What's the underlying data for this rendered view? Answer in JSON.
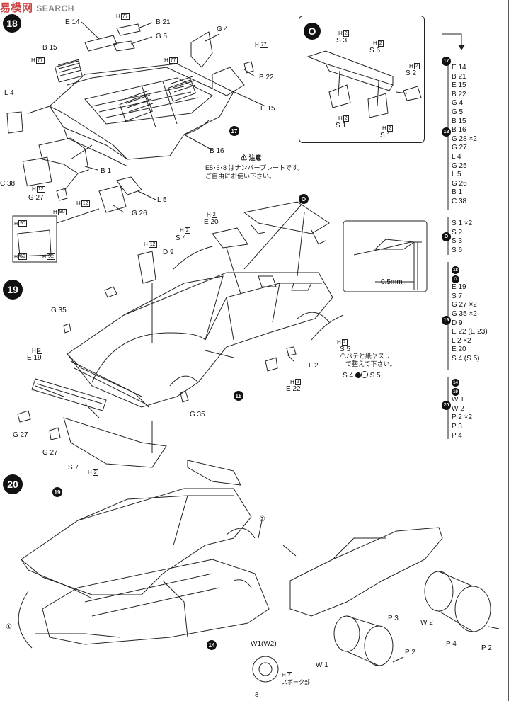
{
  "watermark": {
    "brand": "易模网",
    "sub": "SEARCH"
  },
  "steps": {
    "s18": "18",
    "s19": "19",
    "s20": "20",
    "o": "O"
  },
  "step18_labels": {
    "e14": "E 14",
    "b21": "B 21",
    "g5": "G 5",
    "g4": "G 4",
    "b15": "B 15",
    "h77a": "H",
    "h77b": "H",
    "h77c": "H",
    "h77d": "H",
    "b22": "B 22",
    "l4": "L 4",
    "e15": "E 15",
    "b16": "B 16",
    "b1": "B 1",
    "c38": "C 38",
    "h12a": "H",
    "g27": "G 27",
    "h90": "H",
    "h12b": "H",
    "l5": "L 5",
    "g26": "G 26",
    "inset_h90": "H",
    "inset_h60": "H",
    "inset_h92": "H",
    "badge77": "77",
    "badge12": "12",
    "badge90": "90",
    "badge60": "60",
    "badge92": "92"
  },
  "caution": {
    "title": "注意",
    "line1": "E5･6･8 はナンバープレートです。",
    "line2": "ご自由にお使い下さい。"
  },
  "stepO_labels": {
    "s3": "S 3",
    "s6": "S 6",
    "s2": "S 2",
    "s1a": "S 1",
    "s1b": "S 1",
    "h": "H",
    "badge2": "2"
  },
  "step19_labels": {
    "e20": "E 20",
    "s4": "S 4",
    "h12": "H",
    "d9": "D 9",
    "g35a": "G 35",
    "e19": "E 19",
    "s5": "S 5",
    "l2": "L 2",
    "e22": "E 22",
    "g35b": "G 35",
    "g27a": "G 27",
    "g27b": "G 27",
    "s7": "S 7",
    "dim": "0.5mm",
    "putty1": "パテと紙ヤスリ",
    "putty2": "で整えて下さい。",
    "s4b": "S 4",
    "s5b": "S 5",
    "h": "H",
    "badge2": "2",
    "badge12": "12"
  },
  "step20_labels": {
    "circ1": "①",
    "circ2": "②",
    "w1w2": "W1(W2)",
    "spoke": "スポーク部",
    "w1": "W 1",
    "p3": "P 3",
    "p2a": "P 2",
    "w2": "W 2",
    "p4": "P 4",
    "p2b": "P 2",
    "h": "H",
    "badge2": "2"
  },
  "parts_list": {
    "g18": [
      "E 14",
      "B 21",
      "E 15",
      "B 22",
      "G 4",
      "G 5",
      "B 15",
      "B 16",
      "G 28 ×2",
      "G 27",
      "L 4",
      "G 25",
      "L 5",
      "G 26",
      "B 1",
      "C 38"
    ],
    "gO": [
      "S 1 ×2",
      "S 2",
      "S 3",
      "S 6"
    ],
    "g19": [
      "E 19",
      "S 7",
      "G 27 ×2",
      "G 35 ×2",
      "D 9",
      "E 22 (E 23)",
      "L 2 ×2",
      "E 20",
      "S 4 (S 5)"
    ],
    "g20": [
      "W 1",
      "W 2",
      "P 2 ×2",
      "P 3",
      "P 4"
    ],
    "ref17": "17",
    "ref18": "18",
    "refO": "O",
    "ref19": "19",
    "ref14": "14",
    "ref20": "20"
  },
  "page_number": "8"
}
